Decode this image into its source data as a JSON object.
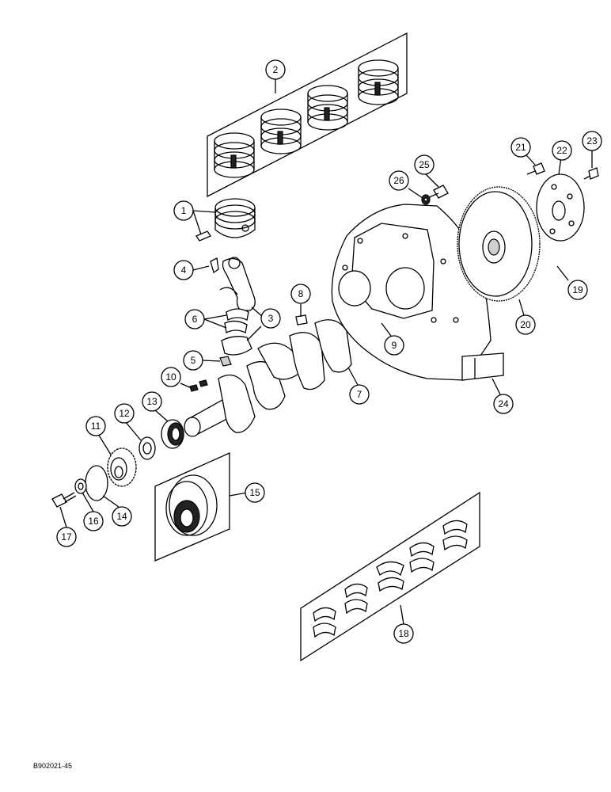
{
  "diagram": {
    "reference_code": "B902021-45",
    "callouts": [
      {
        "id": "c1",
        "label": "1"
      },
      {
        "id": "c2",
        "label": "2"
      },
      {
        "id": "c3",
        "label": "3"
      },
      {
        "id": "c4",
        "label": "4"
      },
      {
        "id": "c5",
        "label": "5"
      },
      {
        "id": "c6",
        "label": "6"
      },
      {
        "id": "c7",
        "label": "7"
      },
      {
        "id": "c8",
        "label": "8"
      },
      {
        "id": "c9",
        "label": "9"
      },
      {
        "id": "c10",
        "label": "10"
      },
      {
        "id": "c11",
        "label": "11"
      },
      {
        "id": "c12",
        "label": "12"
      },
      {
        "id": "c13",
        "label": "13"
      },
      {
        "id": "c14",
        "label": "14"
      },
      {
        "id": "c15",
        "label": "15"
      },
      {
        "id": "c16",
        "label": "16"
      },
      {
        "id": "c17",
        "label": "17"
      },
      {
        "id": "c18",
        "label": "18"
      },
      {
        "id": "c19",
        "label": "19"
      },
      {
        "id": "c20",
        "label": "20"
      },
      {
        "id": "c21",
        "label": "21"
      },
      {
        "id": "c22",
        "label": "22"
      },
      {
        "id": "c23",
        "label": "23"
      },
      {
        "id": "c24",
        "label": "24"
      },
      {
        "id": "c25",
        "label": "25"
      },
      {
        "id": "c26",
        "label": "26"
      }
    ]
  }
}
